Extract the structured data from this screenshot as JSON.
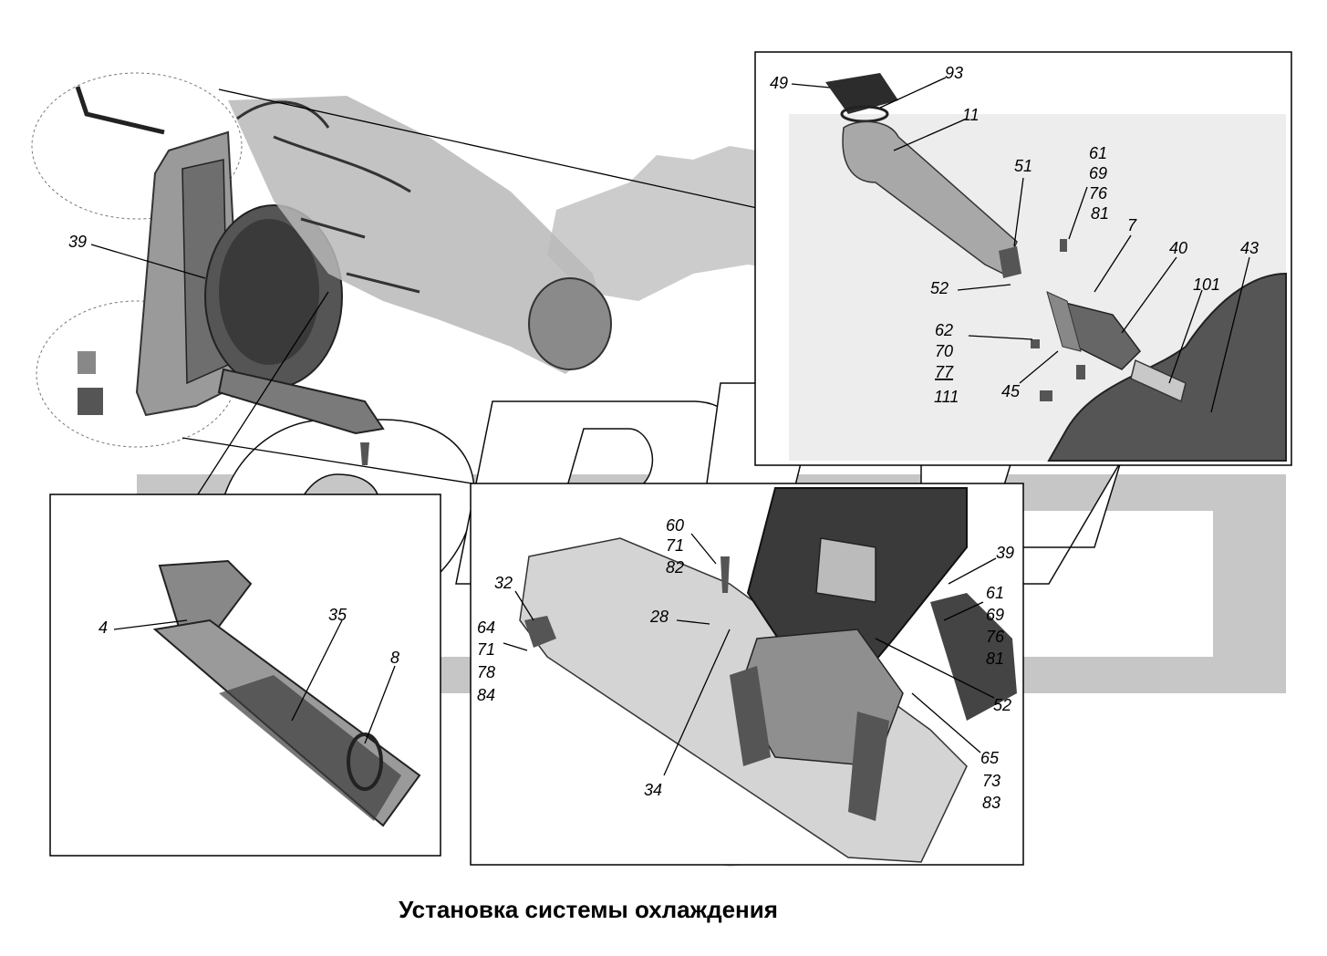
{
  "caption": "Установка системы охлаждения",
  "watermark": "OPL",
  "colors": {
    "watermark_fill": "#c6c6c6",
    "part_fill": "#9c9c9c",
    "part_dark": "#4a4a4a",
    "line": "#000000"
  },
  "callouts": {
    "c39a": "39",
    "c49": "49",
    "c93": "93",
    "c11": "11",
    "c51": "51",
    "c61a": [
      "61",
      "69",
      "76",
      "81"
    ],
    "c7": "7",
    "c40": "40",
    "c43": "43",
    "c52a": "52",
    "c101": "101",
    "c62": [
      "62",
      "70",
      "77",
      "111"
    ],
    "c45": "45",
    "c60": [
      "60",
      "71",
      "82"
    ],
    "c32": "32",
    "c28": "28",
    "c64": [
      "64",
      "71",
      "78",
      "84"
    ],
    "c34": "34",
    "c39b": "39",
    "c61b": [
      "61",
      "69",
      "76",
      "81"
    ],
    "c52b": "52",
    "c65": [
      "65",
      "73",
      "83"
    ],
    "c4": "4",
    "c35": "35",
    "c8": "8"
  }
}
